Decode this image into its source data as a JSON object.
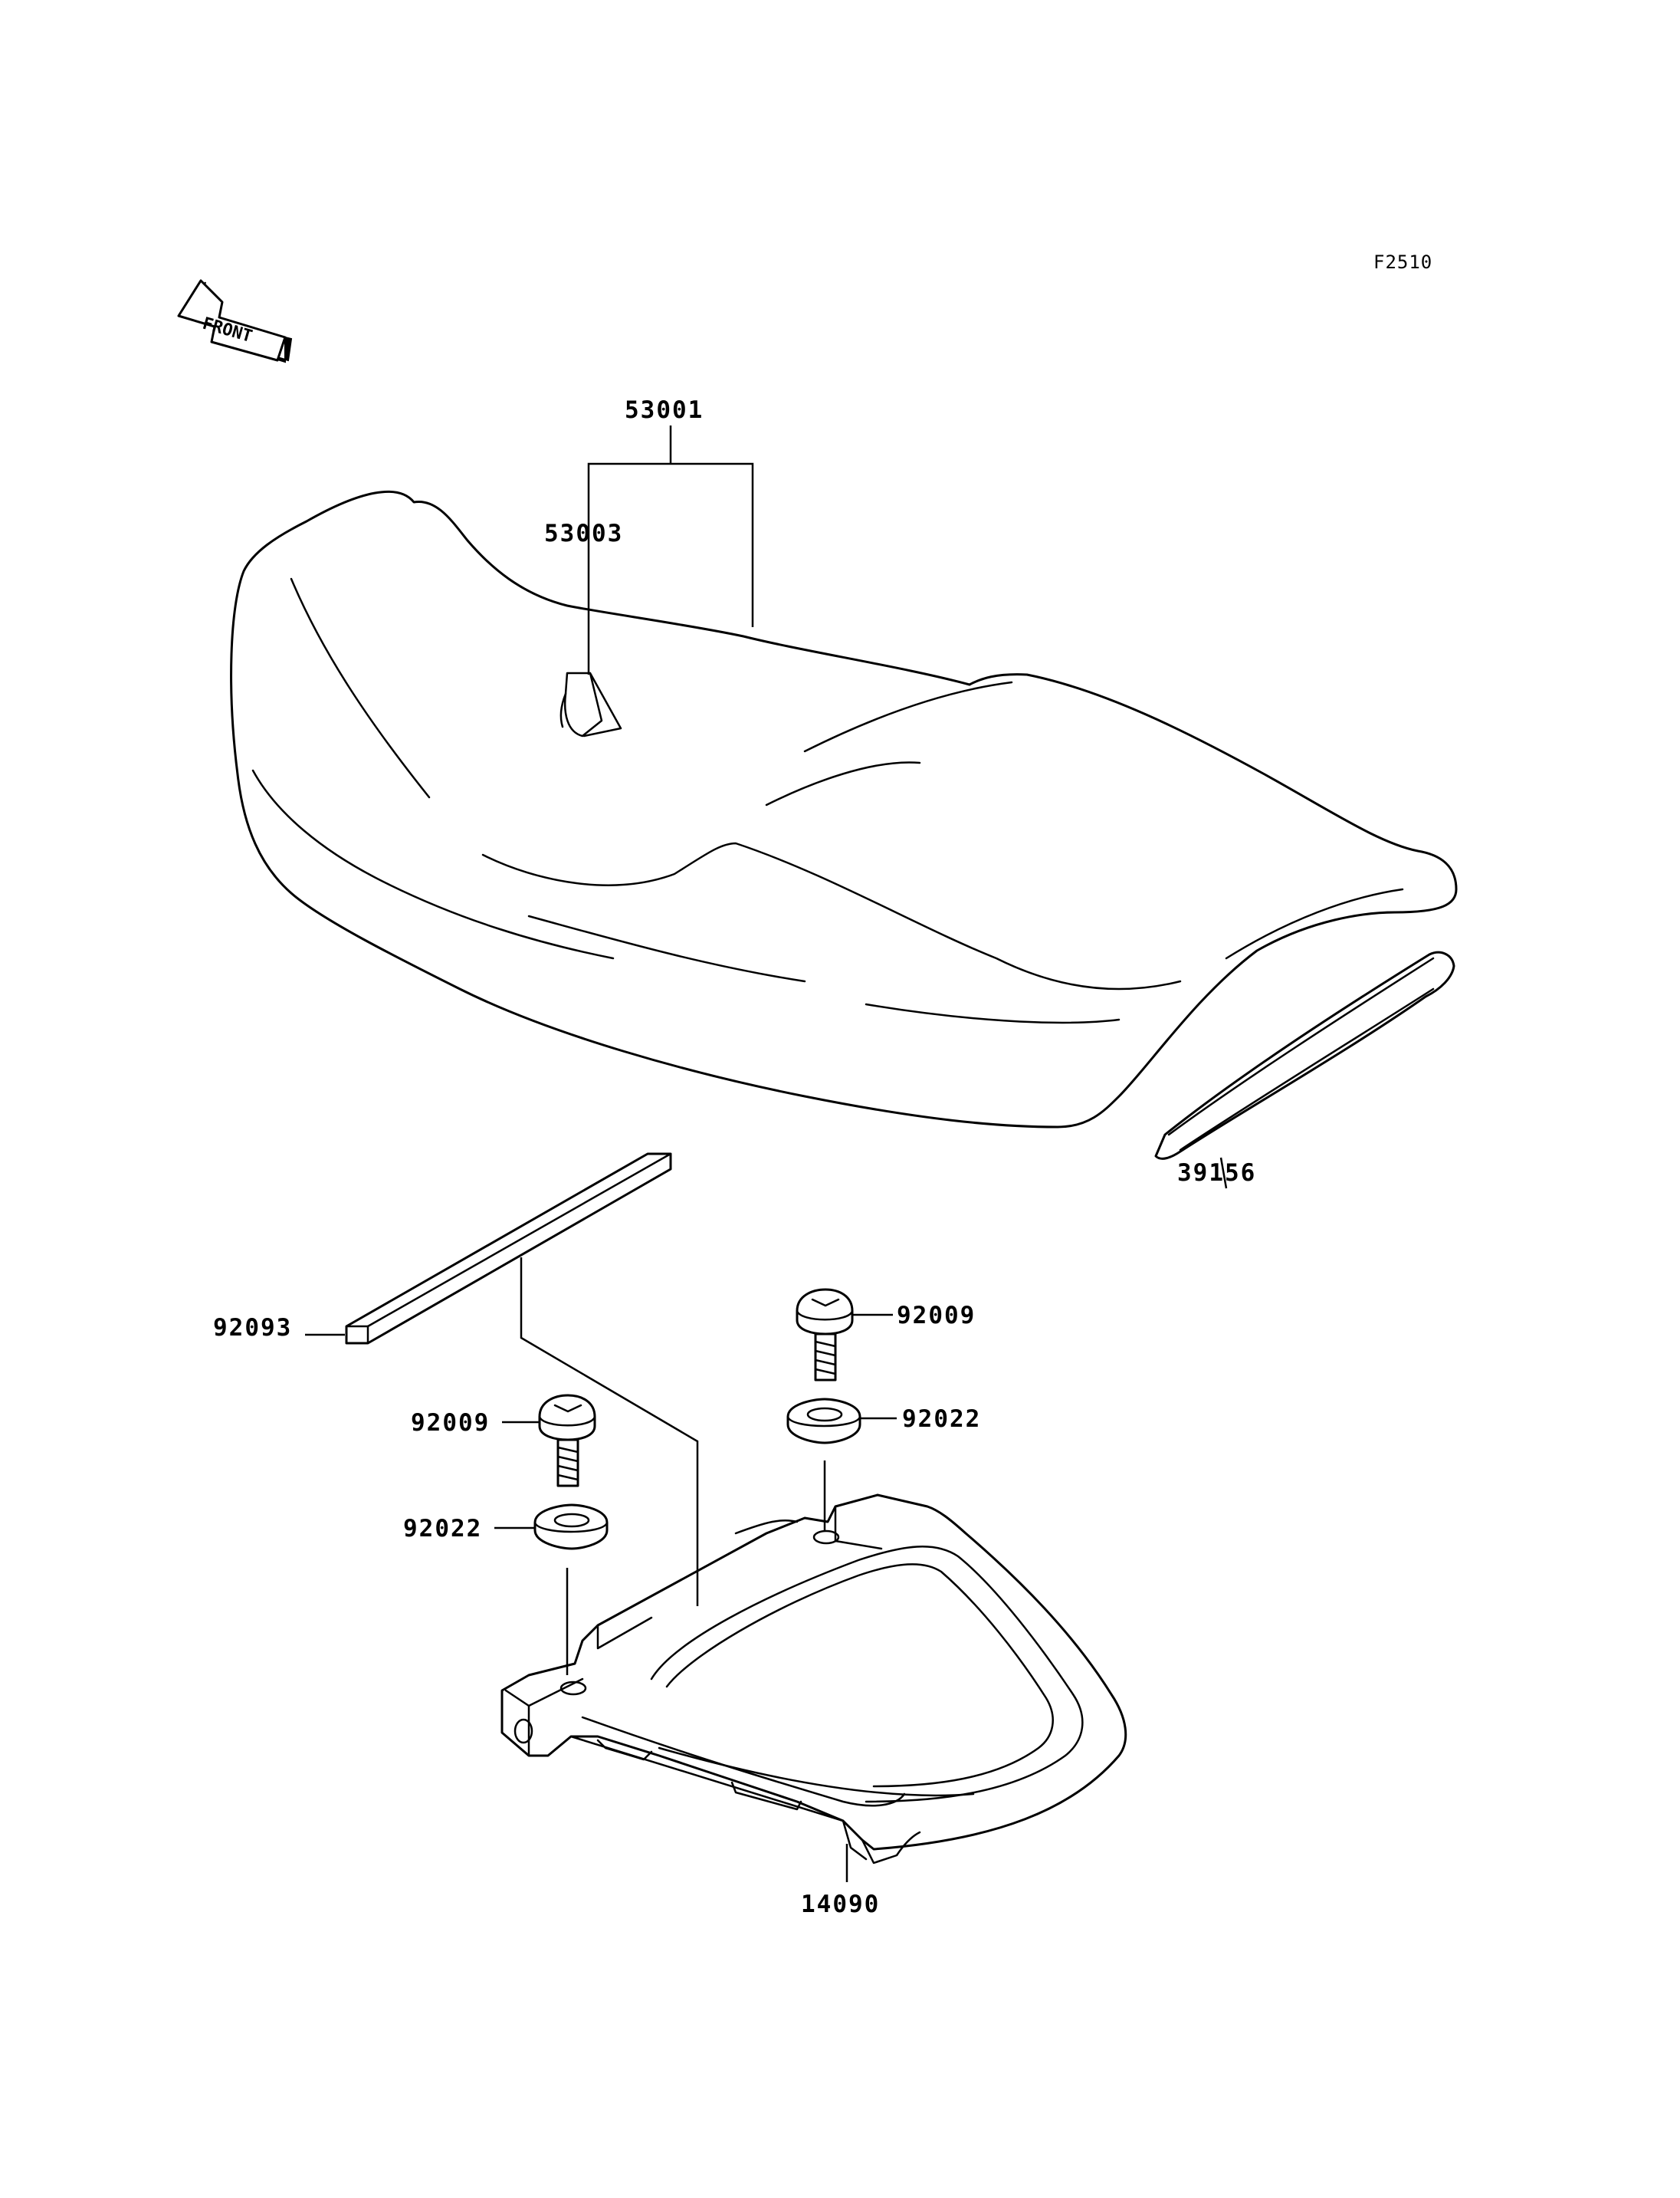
{
  "figure_code": "F2510",
  "front_indicator": {
    "label": "FRONT",
    "icon": "front-arrow-icon"
  },
  "parts": {
    "seat_assy": "53001",
    "seat_cover": "53003",
    "seat_pad": "39156",
    "seat_strip": "92093",
    "bolt_right": "92009",
    "bolt_left": "92009",
    "washer_right": "92022",
    "washer_left": "92022",
    "seat_base": "14090"
  }
}
